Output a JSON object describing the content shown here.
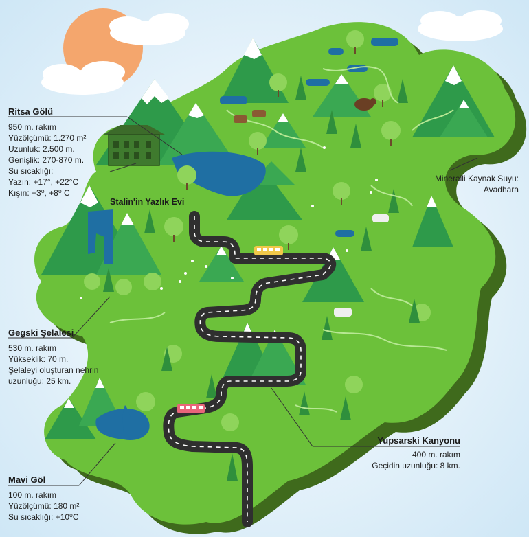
{
  "labels": {
    "ritsa": {
      "title": "Ritsa Gölü",
      "lines": [
        "950 m. rakım",
        "Yüzölçümü: 1.270 m²",
        "Uzunluk: 2.500 m.",
        "Genişlik: 270-870 m.",
        "Su sıcaklığı:",
        "Yazın: +17°, +22°C",
        "Kışın: +3⁰, +8⁰ C"
      ]
    },
    "stalin": {
      "title": "Stalin'in Yazlık Evi"
    },
    "mineral": {
      "lines": [
        "Mineralli Kaynak Suyu:",
        "Avadhara"
      ]
    },
    "gegski": {
      "title": "Gegski Şelalesi",
      "lines": [
        "530 m. rakım",
        "Yükseklik: 70 m.",
        "Şelaleyi oluşturan nehrin",
        "uzunluğu: 25 km."
      ]
    },
    "yupsarski": {
      "title": "Yupsarski Kanyonu",
      "lines": [
        "400 m. rakım",
        "Geçidin uzunluğu: 8 km."
      ]
    },
    "mavi": {
      "title": "Mavi Göl",
      "lines": [
        "100 m. rakım",
        "Yüzölçümü: 180 m²",
        "Su sıcaklığı: +10⁰C"
      ]
    }
  },
  "colors": {
    "sky": "#d8ecf8",
    "land": "#6cc13a",
    "land_dark": "#3f6a1c",
    "lake": "#1f6fa3",
    "mountain": "#2e9a4a",
    "snow": "#ffffff",
    "road": "#2f2f2f",
    "sun": "#f4a66d"
  }
}
